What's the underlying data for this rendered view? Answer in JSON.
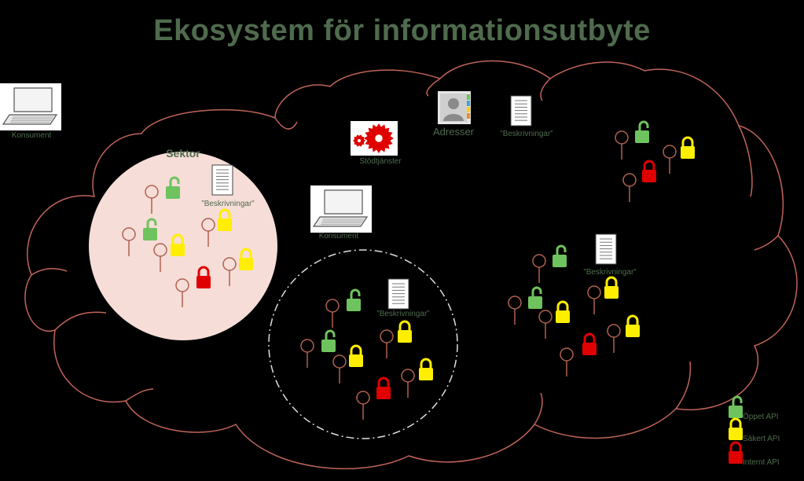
{
  "title": "Ekosystem för informationsutbyte",
  "colors": {
    "background": "#000000",
    "title": "#4f6b4d",
    "cloud_stroke": "#c0645a",
    "sector_fill": "#f6ddd8",
    "pin_stroke": "#b0614f",
    "open_api": "#6fc35e",
    "secure_api": "#ffee00",
    "internal_api": "#e00000",
    "label_green": "#4f6b4d",
    "gear": "#e00000"
  },
  "icons": {
    "consumer": "laptop-icon",
    "document": "document-icon",
    "address": "address-book-icon",
    "support": "gear-icon",
    "open_lock": "open-padlock-icon",
    "closed_lock": "closed-padlock-icon",
    "pin": "pin-icon"
  },
  "labels": {
    "consumer_outside": "Konsument",
    "consumer_inside": "Konsument",
    "sector": "Sektor",
    "support": "Stödtjänster",
    "addresses": "Adresser",
    "descriptions": "”Beskrivningar”"
  },
  "legend": [
    {
      "label": "Öppet API",
      "kind": "open"
    },
    {
      "label": "Säkert API",
      "kind": "secure"
    },
    {
      "label": "Internt API",
      "kind": "internal"
    }
  ],
  "descriptions_count": 4
}
